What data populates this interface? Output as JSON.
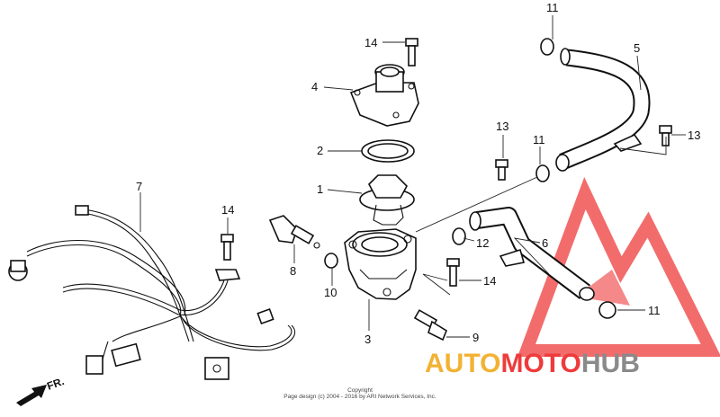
{
  "callouts": {
    "c1": "1",
    "c2": "2",
    "c3": "3",
    "c4": "4",
    "c5": "5",
    "c6": "6",
    "c7": "7",
    "c8": "8",
    "c9": "9",
    "c10": "10",
    "c11a": "11",
    "c11b": "11",
    "c11c": "11",
    "c12": "12",
    "c13a": "13",
    "c13b": "13",
    "c14a": "14",
    "c14b": "14",
    "c14c": "14"
  },
  "footer": {
    "line1": "Copyright",
    "line2": "Page design (c) 2004 - 2016 by ARI Network Services, Inc."
  },
  "direction": {
    "label": "FR."
  },
  "watermark": {
    "part1": "AUTO",
    "part2": "MOTO",
    "part3": "HUB",
    "color_gold": "#f2b233",
    "color_red": "#ee3b3b",
    "color_gray": "#8a8a8a"
  }
}
